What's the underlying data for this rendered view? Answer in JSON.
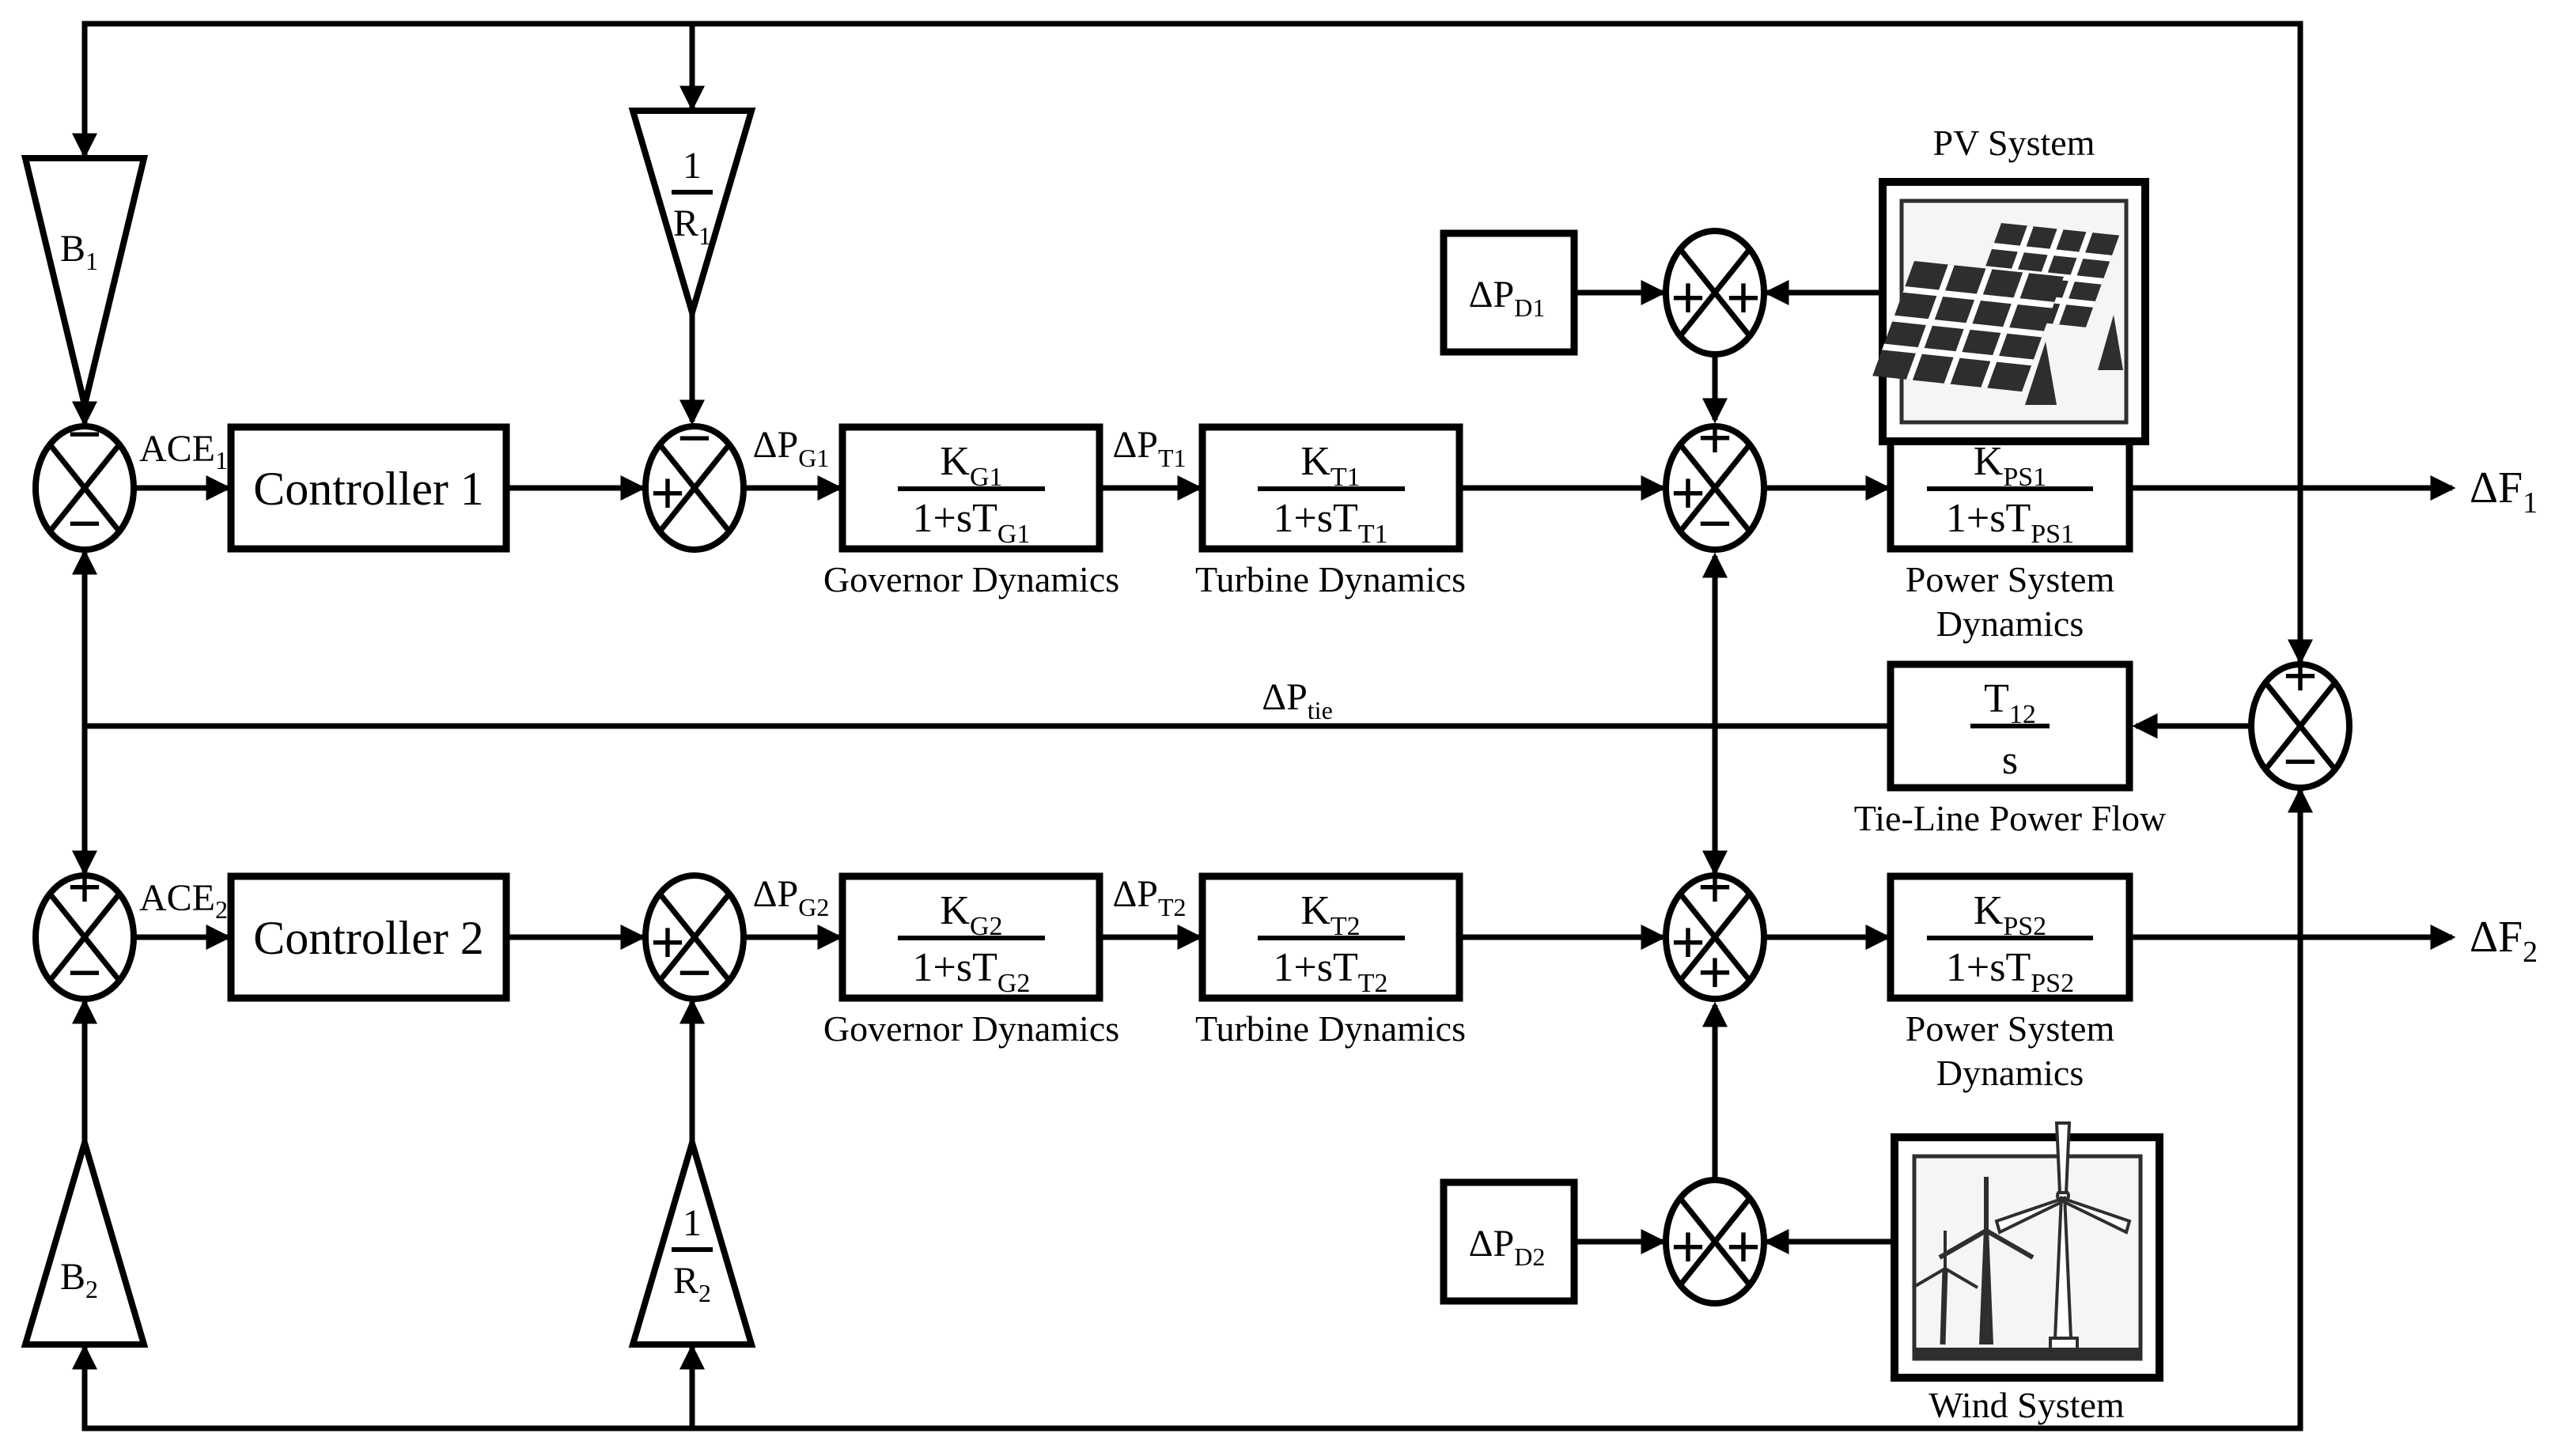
{
  "diagram": {
    "title_hint": "Two-area LFC block diagram with PV and Wind systems",
    "signs": {
      "ace1": {
        "top": "−",
        "bottom": "−"
      },
      "sum1": {
        "left": "+",
        "top": "−"
      },
      "main1": {
        "top": "+",
        "left": "+",
        "bottom": "−"
      },
      "pv": {
        "left": "+",
        "right": "+"
      },
      "tie": {
        "top": "+",
        "bottom": "−"
      },
      "ace2": {
        "top": "+",
        "bottom": "−"
      },
      "sum2": {
        "left": "+",
        "bottom": "−"
      },
      "main2": {
        "top": "+",
        "left": "+",
        "bottom": "+"
      },
      "wind": {
        "left": "+",
        "right": "+"
      }
    },
    "gains": {
      "b1": {
        "main": "B",
        "sub": "1"
      },
      "b2": {
        "main": "B",
        "sub": "2"
      },
      "r1": {
        "num": "1",
        "den_main": "R",
        "den_sub": "1"
      },
      "r2": {
        "num": "1",
        "den_main": "R",
        "den_sub": "2"
      }
    },
    "signals": {
      "ace1": {
        "main": "ACE",
        "sub": "1"
      },
      "ace2": {
        "main": "ACE",
        "sub": "2"
      },
      "dpg1": {
        "main": "ΔP",
        "sub": "G1"
      },
      "dpg2": {
        "main": "ΔP",
        "sub": "G2"
      },
      "dpt1": {
        "main": "ΔP",
        "sub": "T1"
      },
      "dpt2": {
        "main": "ΔP",
        "sub": "T2"
      },
      "dpd1": {
        "main": "ΔP",
        "sub": "D1"
      },
      "dpd2": {
        "main": "ΔP",
        "sub": "D2"
      },
      "dptie": {
        "main": "ΔP",
        "sub": "tie"
      },
      "df1": {
        "main": "ΔF",
        "sub": "1"
      },
      "df2": {
        "main": "ΔF",
        "sub": "2"
      }
    },
    "blocks": {
      "controller1": "Controller 1",
      "controller2": "Controller 2",
      "governor1": {
        "num_main": "K",
        "num_sub": "G1",
        "den_main": "1+sT",
        "den_sub": "G1",
        "caption": "Governor Dynamics"
      },
      "turbine1": {
        "num_main": "K",
        "num_sub": "T1",
        "den_main": "1+sT",
        "den_sub": "T1",
        "caption": "Turbine Dynamics"
      },
      "powersys1": {
        "num_main": "K",
        "num_sub": "PS1",
        "den_main": "1+sT",
        "den_sub": "PS1",
        "caption_line1": "Power System",
        "caption_line2": "Dynamics"
      },
      "governor2": {
        "num_main": "K",
        "num_sub": "G2",
        "den_main": "1+sT",
        "den_sub": "G2",
        "caption": "Governor Dynamics"
      },
      "turbine2": {
        "num_main": "K",
        "num_sub": "T2",
        "den_main": "1+sT",
        "den_sub": "T2",
        "caption": "Turbine Dynamics"
      },
      "powersys2": {
        "num_main": "K",
        "num_sub": "PS2",
        "den_main": "1+sT",
        "den_sub": "PS2",
        "caption_line1": "Power System",
        "caption_line2": "Dynamics"
      },
      "tieline": {
        "num_main": "T",
        "num_sub": "12",
        "den_main": "s",
        "caption": "Tie-Line Power Flow"
      },
      "pv_label": "PV System",
      "wind_label": "Wind System"
    }
  }
}
